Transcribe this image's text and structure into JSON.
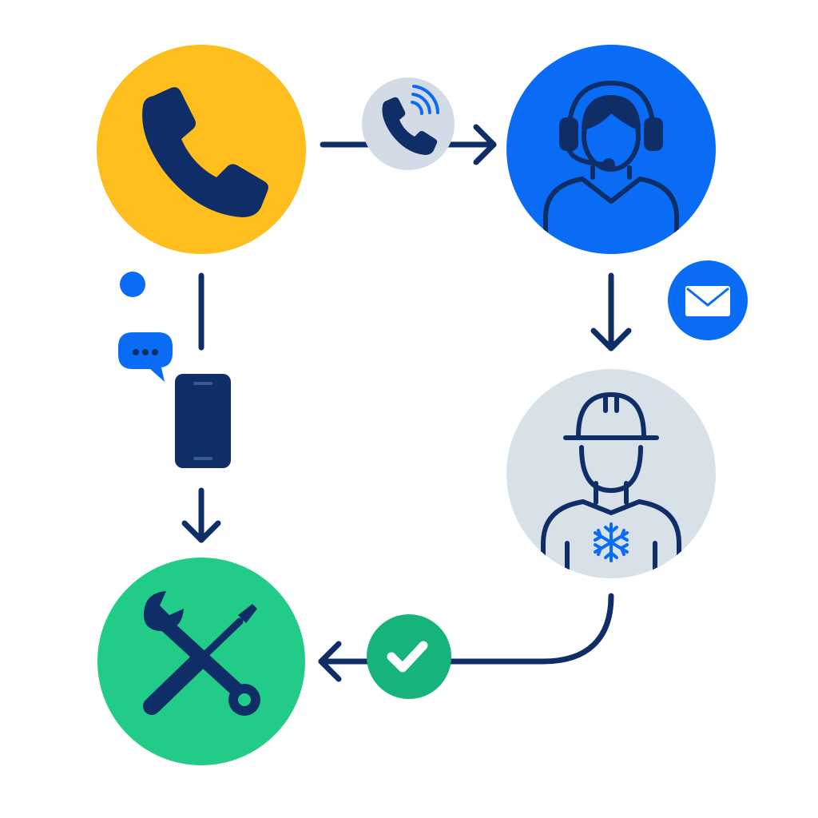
{
  "colors": {
    "navy": "#0F2D66",
    "caller": "#FDBE1E",
    "agent": "#0A6CF5",
    "technician": "#D8E0E8",
    "repair": "#22CC88",
    "check": "#16B37A",
    "call_badge": "#D3DCE6",
    "accent_blue": "#0A6CF5",
    "white": "#FFFFFF"
  },
  "nodes": [
    {
      "id": "caller",
      "icon": "phone-handset-icon"
    },
    {
      "id": "agent",
      "icon": "headset-agent-icon"
    },
    {
      "id": "technician",
      "icon": "hvac-technician-icon"
    },
    {
      "id": "repair",
      "icon": "wrench-screwdriver-icon"
    }
  ],
  "badges": [
    {
      "id": "incoming-call",
      "icon": "phone-ringing-icon"
    },
    {
      "id": "email",
      "icon": "envelope-icon"
    },
    {
      "id": "chat",
      "icon": "chat-bubble-icon"
    },
    {
      "id": "mobile",
      "icon": "smartphone-icon"
    },
    {
      "id": "done",
      "icon": "checkmark-icon"
    }
  ]
}
